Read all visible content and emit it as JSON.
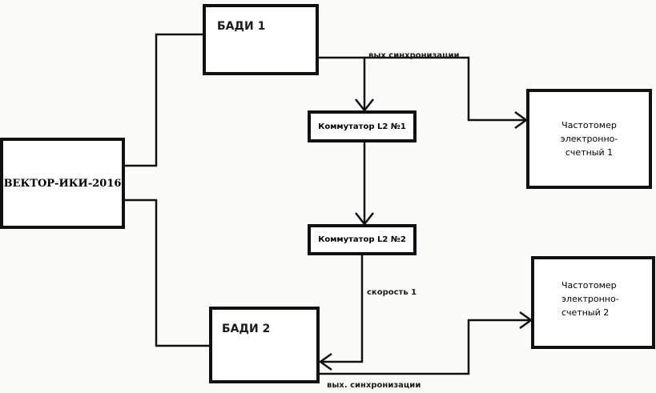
{
  "nodes": {
    "vektor": "ВЕКТОР-ИКИ-2016",
    "badi1": "БАДИ 1",
    "badi2": "БАДИ 2",
    "komm1": "Коммутатор L2 №1",
    "komm2": "Коммутатор L2 №2",
    "freq1": "Частотомер электронно-счетный 1",
    "freq2": "Частотомер электронно-счетный 2"
  },
  "edges": {
    "sync1": "вых синхронизации",
    "speed1": "скорость 1",
    "sync2": "вых. синхронизации"
  }
}
